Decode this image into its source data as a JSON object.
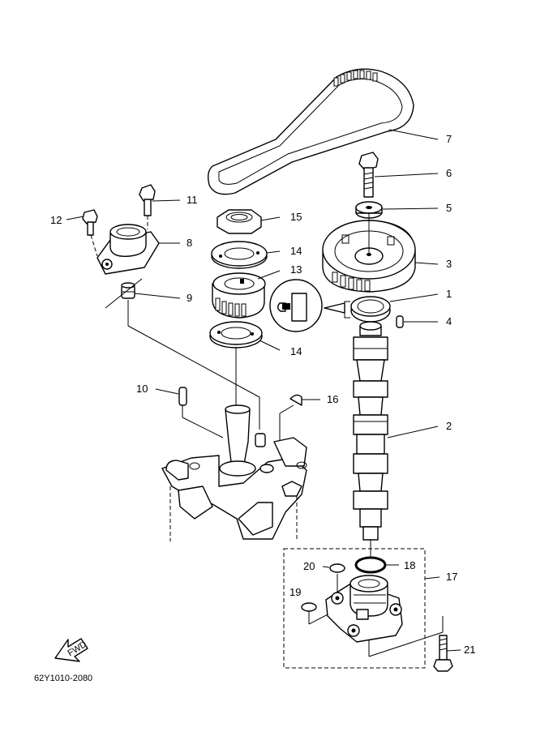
{
  "diagram": {
    "diagram_code": "62Y1010-2080",
    "fwd_label": "FWD",
    "callouts": {
      "p1": "1",
      "p2": "2",
      "p3": "3",
      "p4": "4",
      "p5": "5",
      "p6": "6",
      "p7": "7",
      "p8": "8",
      "p9": "9",
      "p10": "10",
      "p11": "11",
      "p12": "12",
      "p13": "13",
      "p14a": "14",
      "p14b": "14",
      "p15": "15",
      "p16": "16",
      "p17": "17",
      "p18": "18",
      "p19": "19",
      "p20": "20",
      "p21": "21"
    }
  }
}
